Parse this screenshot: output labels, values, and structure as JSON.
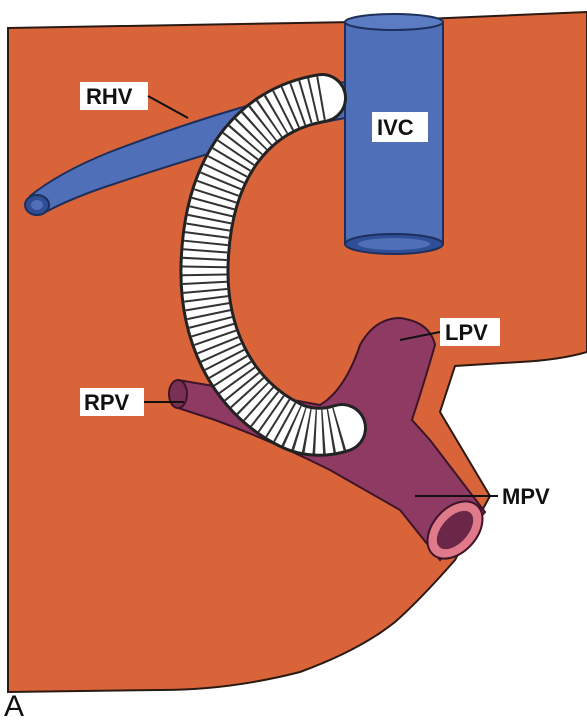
{
  "labels": {
    "rhv": "RHV",
    "ivc": "IVC",
    "lpv": "LPV",
    "rpv": "RPV",
    "mpv": "MPV"
  },
  "panel_letter": "A",
  "colors": {
    "liver": "#D9643A",
    "liver_outline": "#2a1a12",
    "hepatic_vein": "#4F6FB8",
    "hepatic_vein_dark": "#2F4E96",
    "portal_vein": "#8E3A63",
    "portal_vein_dark": "#6A2748",
    "portal_rim": "#E07A8A",
    "stent_white": "#FFFFFF",
    "stent_ring": "#333333",
    "label_bg": "#FFFFFF"
  }
}
